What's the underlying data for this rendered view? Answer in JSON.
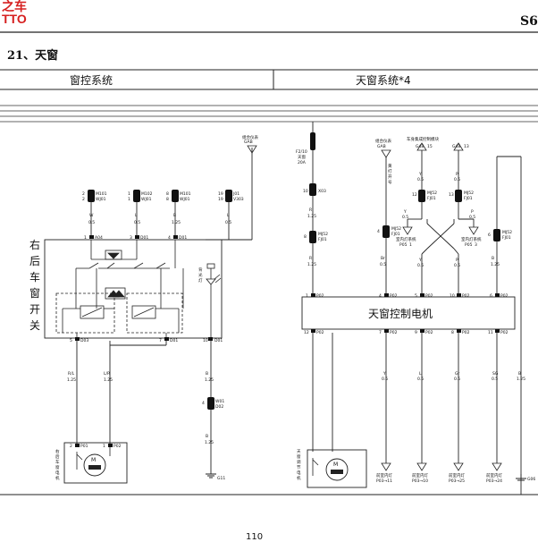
{
  "header": {
    "brand_cn": "之车",
    "brand_en": "TTO",
    "code": "S6",
    "section_title": "21、天窗"
  },
  "sections": {
    "left": "窗控系统",
    "right": "天窗系统*4"
  },
  "switch": {
    "name_chars": [
      "右",
      "后",
      "车",
      "窗",
      "开",
      "关"
    ],
    "backlight_chars": [
      "背",
      "光",
      "灯"
    ]
  },
  "connectors": {
    "top1": {
      "a": "2",
      "b": "2",
      "c": "M101",
      "d": "WJ01",
      "e": "W",
      "f": "0.5"
    },
    "top2": {
      "a": "1",
      "b": "1",
      "c": "M102",
      "d": "WJ01",
      "e": "L",
      "f": "0.5"
    },
    "top3": {
      "a": "8",
      "b": "8",
      "c": "M101",
      "d": "WJ01",
      "e": "B",
      "f": "1.25"
    },
    "top4": {
      "a": "19",
      "b": "19",
      "c": "J01",
      "d": "V303",
      "e": "L",
      "f": "0.5"
    },
    "sw_pin1": "1",
    "sw_pin1_code": "A04",
    "sw_pin2": "3",
    "sw_pin2_code": "D01",
    "sw_pin3": "4",
    "sw_pin3_code": "D01",
    "sw_bot1": "5",
    "sw_bot1_code": "D03",
    "sw_bot2": "7",
    "sw_bot2_code": "D01",
    "sw_bot3": "10",
    "sw_bot3_code": "D01",
    "wire_rl_color": "R/L",
    "wire_rl_size": "1.25",
    "wire_lr_color": "L/R",
    "wire_lr_size": "1.25",
    "wire_b_color": "B",
    "wire_b_size": "1.25",
    "g_conn": "W01",
    "g_conn2": "D02",
    "g_conn_num": "4",
    "g_wire_color": "B",
    "g_wire_size": "1.25",
    "ground_left": "G11",
    "motor_pin1": "2",
    "motor_pin1_code": "P01",
    "motor_pin2": "1",
    "motor_pin2_code": "P02",
    "motor_chars": [
      "右",
      "后",
      "车",
      "窗",
      "电",
      "机"
    ]
  },
  "sunroof": {
    "combo_label": "组合仪表",
    "combo_pin": "GAB",
    "fuse_label": "F2/10",
    "fuse_name": "天窗",
    "fuse_rating": "20A",
    "fuse_conn": "10",
    "fuse_conn_code": "X03",
    "w1_color": "R",
    "w1_size": "1.25",
    "c2_num": "8",
    "c2_code": "MJ52",
    "c2_code2": "FJ01",
    "w2_color": "R",
    "w2_size": "1.25",
    "ctrl_label": "组合仪表",
    "ctrl_pin": "GAB",
    "ctrl_chars": [
      "黄",
      "打",
      "开",
      "号"
    ],
    "c3_num": "4",
    "c3_code": "MJ52",
    "c3_code2": "FJ01",
    "w3_color": "Br",
    "w3_size": "0.5",
    "module_label": "车身集成控制模块",
    "module_pin1": "G4B",
    "module_pin1b": "15",
    "module_pin2": "G4B",
    "module_pin2b": "13",
    "m_w1_color": "Y",
    "m_w1_size": "0.5",
    "m_w2_color": "P",
    "m_w2_size": "0.5",
    "m_c1": "12",
    "m_c1_code": "MJ52",
    "m_c1_code2": "FJ01",
    "m_c2": "13",
    "m_c2_code": "MJ52",
    "m_c2_code2": "FJ01",
    "m_lbl1": "Y",
    "m_lbl1s": "0.5",
    "m_lbl2": "P",
    "m_lbl2s": "0.5",
    "audio1": "室内灯系统",
    "audio1_pin": "P05",
    "audio1_pinb": "1",
    "audio2": "室内灯系统",
    "audio2_pin": "P05",
    "audio2_pinb": "3",
    "x_w1_color": "Y",
    "x_w1_size": "0.5",
    "x_w2_color": "P",
    "x_w2_size": "0.5",
    "r_c_num": "6",
    "r_c_code": "MJ52",
    "r_c_code2": "FJ01",
    "r_w_color": "B",
    "r_w_size": "1.25",
    "motor_ctrl": "天窗控制电机",
    "pins_top": [
      {
        "n": "1",
        "c": "P02"
      },
      {
        "n": "4",
        "c": "P02"
      },
      {
        "n": "5",
        "c": "P02"
      },
      {
        "n": "10",
        "c": "P02"
      },
      {
        "n": "6",
        "c": "P02"
      }
    ],
    "pins_bot": [
      {
        "n": "12",
        "c": "P02"
      },
      {
        "n": "7",
        "c": "P02"
      },
      {
        "n": "9",
        "c": "P02"
      },
      {
        "n": "8",
        "c": "P02"
      },
      {
        "n": "11",
        "c": "P02"
      }
    ],
    "out_wires": [
      {
        "c": "Y",
        "s": "0.5"
      },
      {
        "c": "L",
        "s": "0.5"
      },
      {
        "c": "Gr",
        "s": "0.5"
      },
      {
        "c": "SG",
        "s": "0.5"
      },
      {
        "c": "B",
        "s": "1.25"
      }
    ],
    "out_labels": [
      {
        "t": "前室内灯",
        "p": "P03→11"
      },
      {
        "t": "前室内灯",
        "p": "P03→10"
      },
      {
        "t": "前室内灯",
        "p": "P03→25"
      },
      {
        "t": "前室内灯",
        "p": "P03→24"
      }
    ],
    "ground_right": "G06",
    "motor_chars": [
      "天",
      "窗",
      "调",
      "节",
      "电",
      "机"
    ]
  },
  "footer": {
    "page": "110"
  }
}
